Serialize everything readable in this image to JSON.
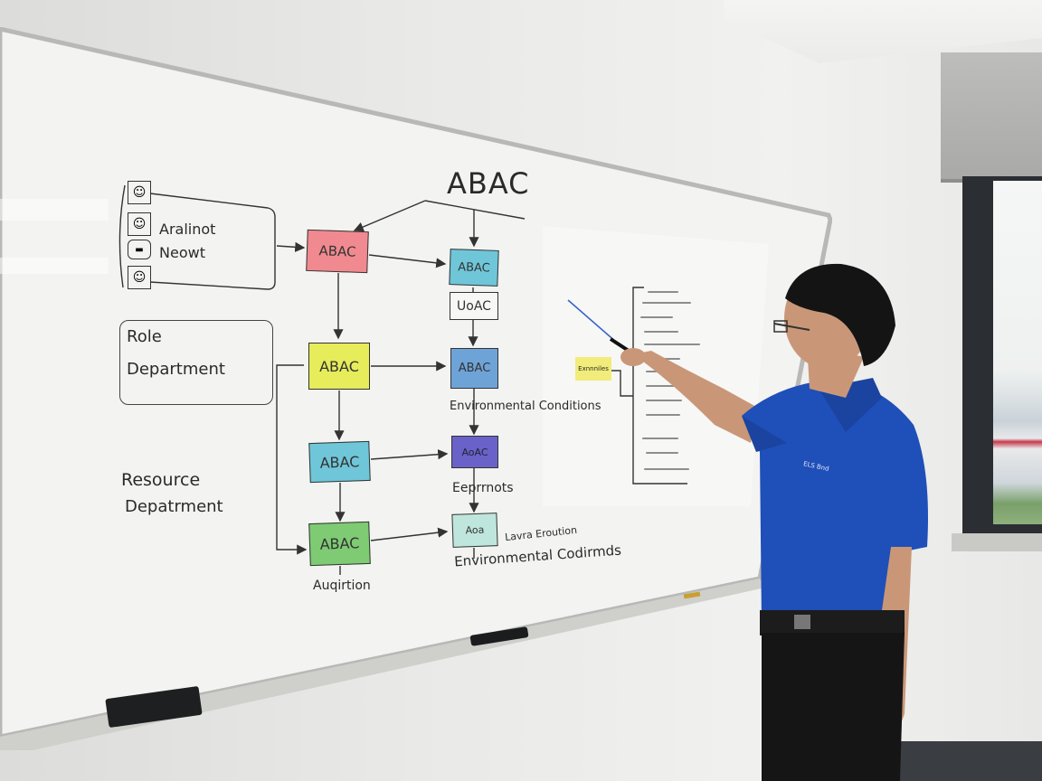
{
  "scene": {
    "description": "Person pointing at a whiteboard with an ABAC access-control flow diagram",
    "colors": {
      "shirt": "#1f4fb8",
      "wall": "#e8e8e6",
      "board": "#f3f3f1",
      "box_red": "#f08a90",
      "box_yellow": "#e6ec5a",
      "box_teal": "#6fc6d8",
      "box_blue": "#6ea3d8",
      "box_purple": "#6a62c8",
      "box_green": "#7ecb74",
      "box_mint": "#bfe6dc",
      "sticky": "#f2ec7a"
    }
  },
  "whiteboard": {
    "title": "ABAC",
    "subject_group": {
      "labels": [
        "Aralinot",
        "Neowt"
      ],
      "icons": [
        "user-icon",
        "user-icon",
        "device-icon",
        "user-icon"
      ]
    },
    "role_box": {
      "lines": [
        "Role",
        "Department"
      ]
    },
    "resource_text": [
      "Resource",
      "Depatrment"
    ],
    "left_column": [
      {
        "label": "ABAC",
        "color": "red"
      },
      {
        "label": "ABAC",
        "color": "yellow"
      },
      {
        "label": "ABAC",
        "color": "teal"
      },
      {
        "label": "ABAC",
        "color": "green"
      }
    ],
    "right_column": [
      {
        "label": "ABAC",
        "color": "teal"
      },
      {
        "label": "UoAC",
        "color": "white"
      },
      {
        "label": "ABAC",
        "color": "blue"
      },
      {
        "label": "AoAC",
        "color": "purple"
      },
      {
        "label": "Aoa",
        "color": "mint"
      }
    ],
    "annotations": {
      "env_conditions_1": "Environmental Conditions",
      "eppernots": "Eeprrnots",
      "env_conditions_2": "Environmental Codirmds",
      "lavra": "Lavra Eroution",
      "aquirtion": "Auqirtion"
    },
    "sticky_note": "Exnnniles",
    "scribble_list_line_count": 14
  },
  "shirt_logo": "ELS Bnd"
}
